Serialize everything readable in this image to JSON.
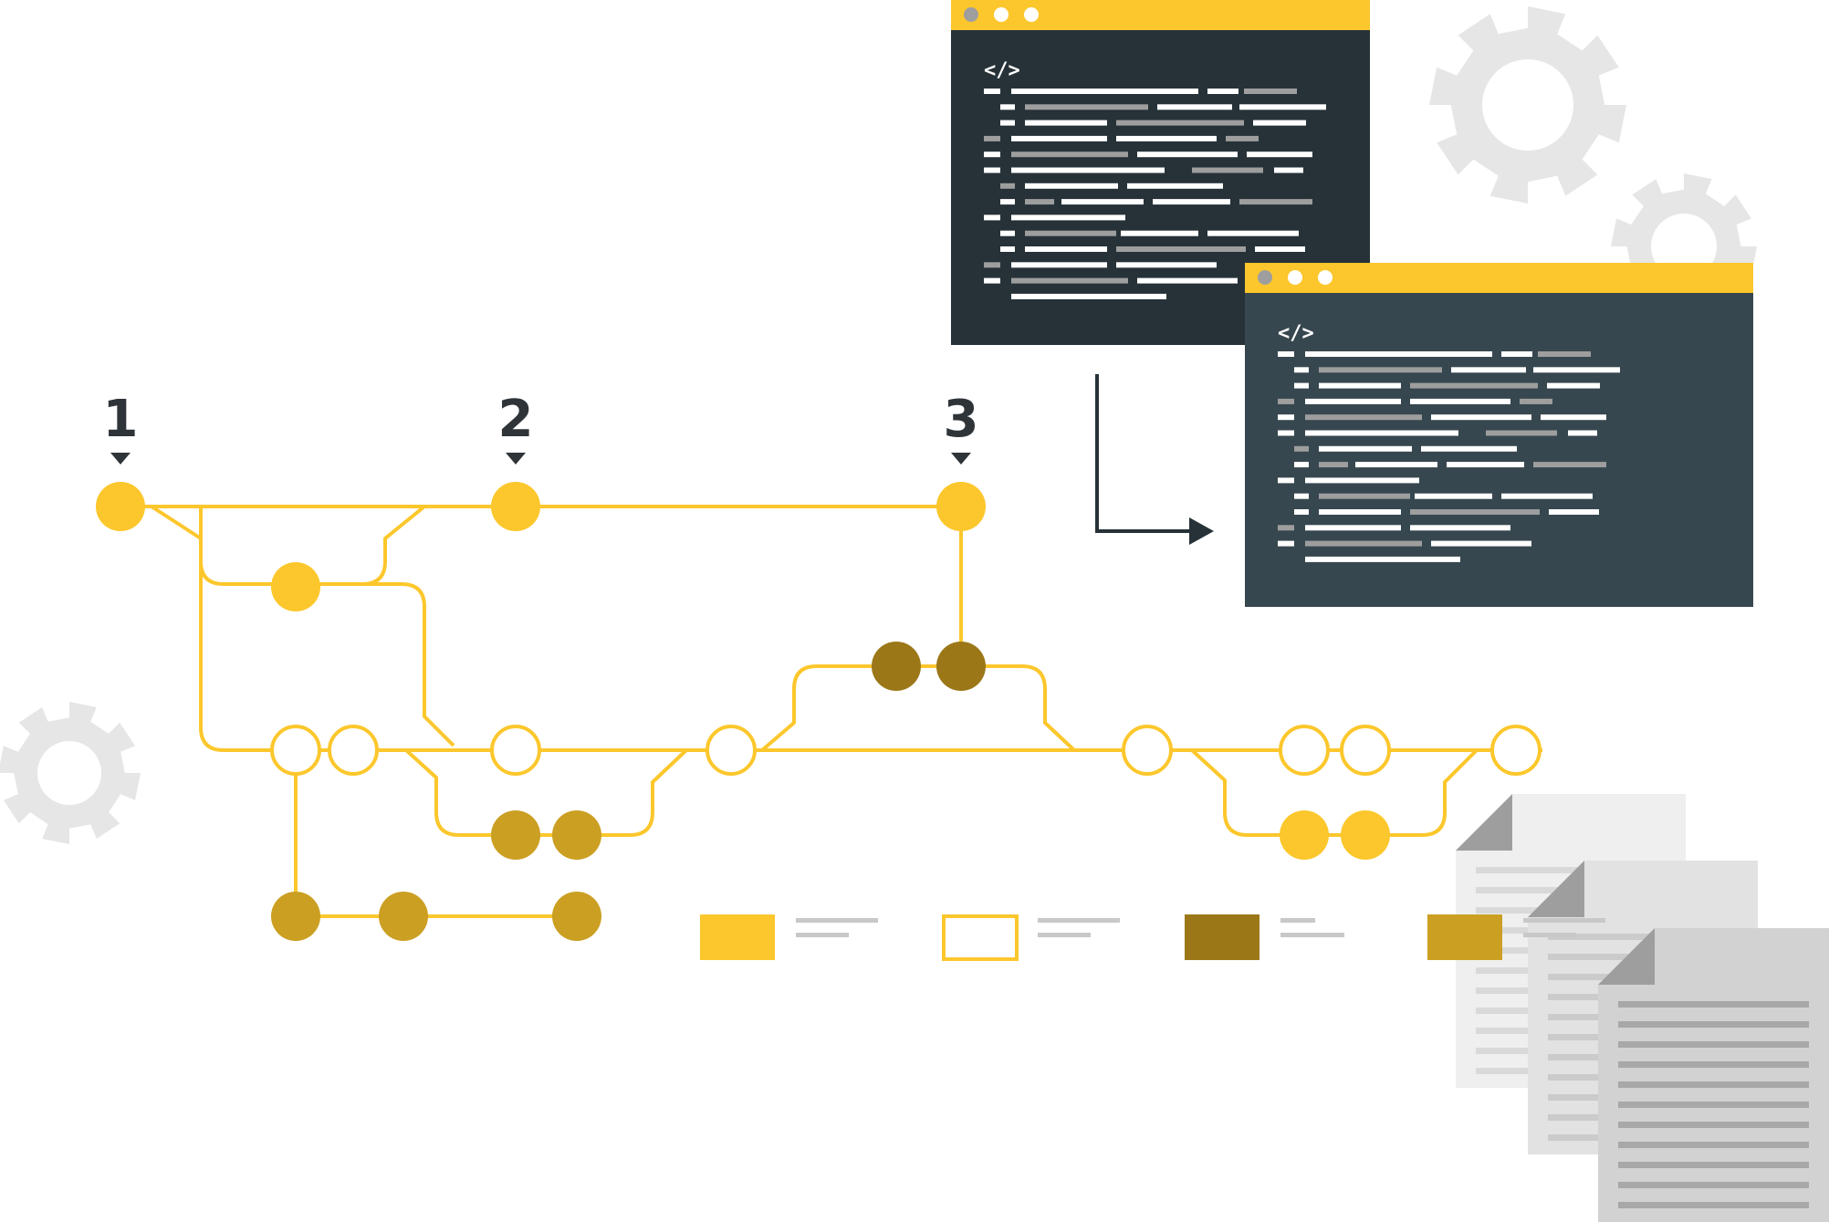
{
  "colors": {
    "branch_line": "#fcc72c",
    "commit_main": "#fcc72c",
    "commit_dark": "#9b7718",
    "commit_mid": "#cb9f22",
    "window_bar": "#fcc72c",
    "window_back_bg": "#263238",
    "window_front_bg": "#37474f",
    "gear": "#e6e6e6",
    "document": "#d9d9d9",
    "arrow": "#263238"
  },
  "milestones": [
    {
      "label": "1"
    },
    {
      "label": "2"
    },
    {
      "label": "3"
    }
  ],
  "code_windows": [
    {
      "name": "source-window",
      "tag": "</>"
    },
    {
      "name": "output-window",
      "tag": "</>"
    }
  ],
  "legend": [
    {
      "swatch": "solid",
      "color": "#fcc72c"
    },
    {
      "swatch": "outline",
      "color": "#fcc72c"
    },
    {
      "swatch": "solid",
      "color": "#9b7718"
    },
    {
      "swatch": "solid",
      "color": "#cb9f22"
    }
  ],
  "icons": [
    "gear-icon",
    "document-icon",
    "arrow-icon"
  ]
}
